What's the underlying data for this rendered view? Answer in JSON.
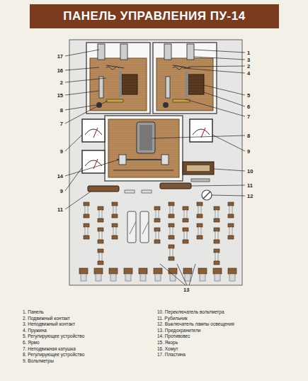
{
  "diagram": {
    "title": "ПАНЕЛЬ УПРАВЛЕНИЯ ПУ-14",
    "labels": [
      "17",
      "16",
      "2",
      "15",
      "8",
      "7",
      "9",
      "14",
      "9",
      "11",
      "1",
      "3",
      "2",
      "4",
      "5",
      "6",
      "7",
      "8",
      "9",
      "10",
      "11",
      "12",
      "13",
      "1. Панель",
      "2. Подвижный контакт",
      "3. Неподвижный контакт",
      "4. Пружина",
      "5. Регулирующее устройство",
      "6. Ярмо",
      "7. Неподвижная катушка",
      "8. Регулирующее устройство",
      "9. Вольтметры",
      "10. Переключатель вольтметра",
      "11. Рубильник",
      "12. Выключатель лампы освещения",
      "13. Предохранители",
      "14. Противовес",
      "15. Якорь",
      "16. Хомут",
      "17. Пластина"
    ]
  }
}
